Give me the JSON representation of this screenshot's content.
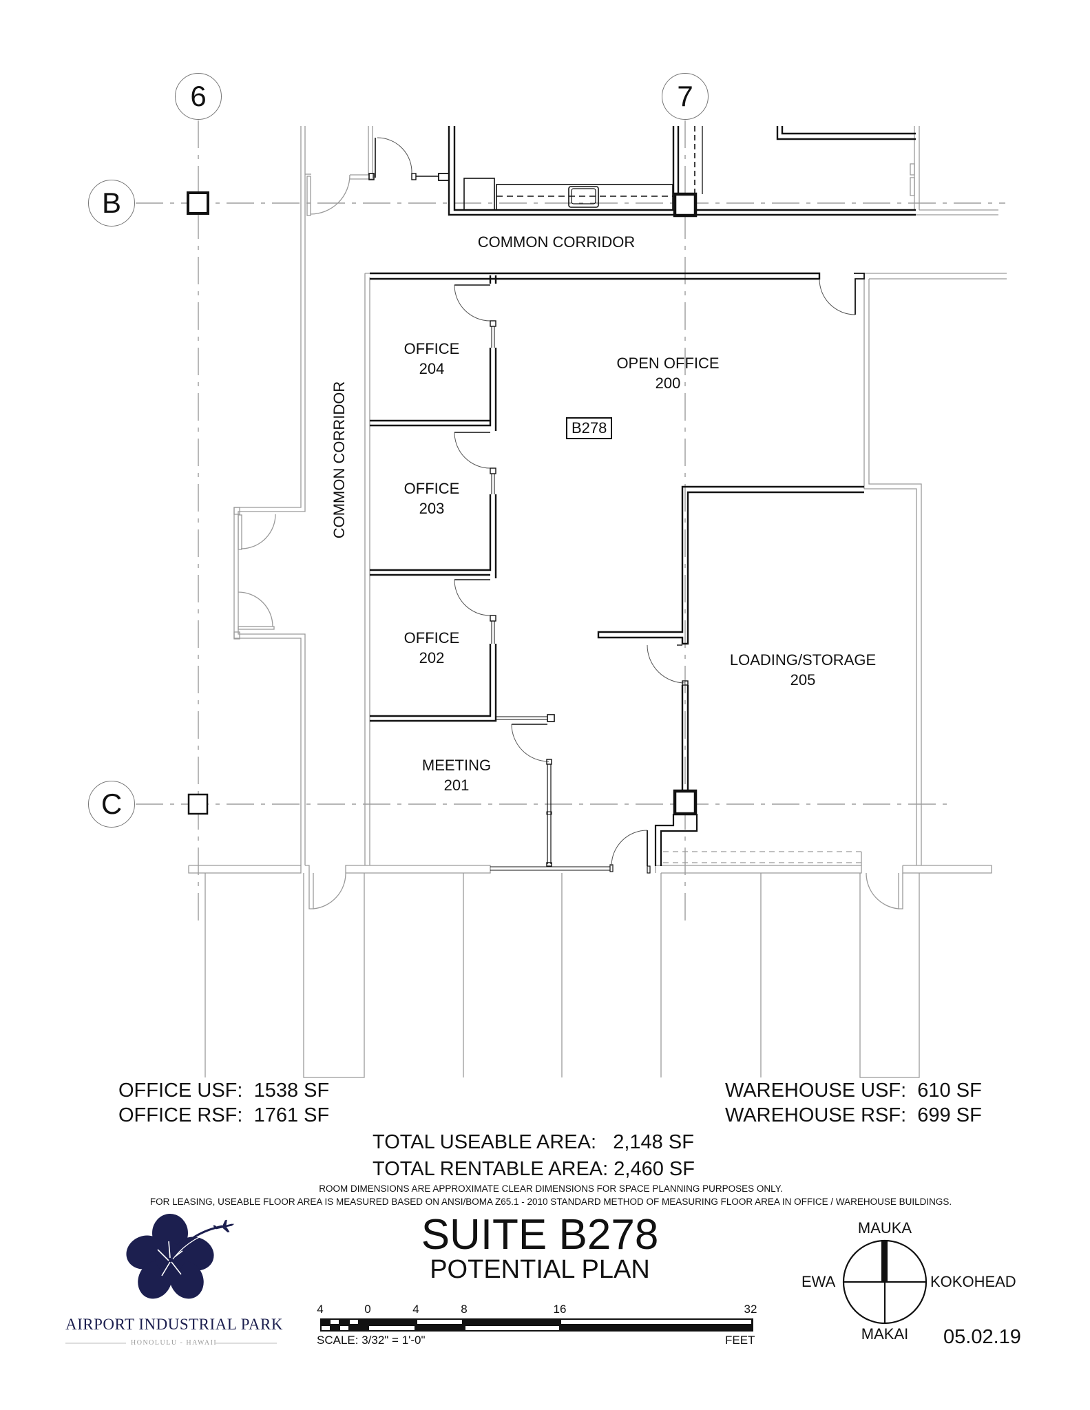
{
  "grid": {
    "columns": [
      {
        "label": "6"
      },
      {
        "label": "7"
      }
    ],
    "rows": [
      {
        "label": "B"
      },
      {
        "label": "C"
      }
    ]
  },
  "corridors": {
    "top": "COMMON CORRIDOR",
    "left": "COMMON CORRIDOR"
  },
  "rooms": [
    {
      "name": "OFFICE",
      "number": "204"
    },
    {
      "name": "OFFICE",
      "number": "203"
    },
    {
      "name": "OFFICE",
      "number": "202"
    },
    {
      "name": "MEETING",
      "number": "201"
    },
    {
      "name": "OPEN OFFICE",
      "number": "200"
    },
    {
      "name": "LOADING/STORAGE",
      "number": "205"
    }
  ],
  "suite_tag": "B278",
  "areas": {
    "office_usf": {
      "label": "OFFICE USF:",
      "value": "1538 SF"
    },
    "office_rsf": {
      "label": "OFFICE RSF:",
      "value": "1761 SF"
    },
    "warehouse_usf": {
      "label": "WAREHOUSE USF:",
      "value": "610 SF"
    },
    "warehouse_rsf": {
      "label": "WAREHOUSE RSF:",
      "value": "699 SF"
    },
    "total_useable": {
      "label": "TOTAL USEABLE AREA:",
      "value": "2,148 SF"
    },
    "total_rentable": {
      "label": "TOTAL RENTABLE AREA:",
      "value": "2,460 SF"
    }
  },
  "notes": [
    "ROOM DIMENSIONS ARE APPROXIMATE CLEAR DIMENSIONS FOR SPACE PLANNING PURPOSES ONLY.",
    "FOR LEASING, USEABLE FLOOR AREA IS MEASURED BASED ON ANSI/BOMA Z65.1 - 2010 STANDARD METHOD OF MEASURING FLOOR AREA IN OFFICE / WAREHOUSE BUILDINGS."
  ],
  "title": {
    "main": "SUITE B278",
    "sub": "POTENTIAL PLAN"
  },
  "logo": {
    "name": "AIRPORT INDUSTRIAL PARK",
    "location": "HONOLULU - HAWAII",
    "color": "#1c1f4f",
    "icon": "hibiscus-with-airplane"
  },
  "scale_bar": {
    "ticks": [
      "4",
      "0",
      "4",
      "8",
      "16",
      "32"
    ],
    "scale_text": "SCALE: 3/32\" = 1'-0\"",
    "units": "FEET"
  },
  "compass": {
    "north": "MAUKA",
    "south": "MAKAI",
    "west": "EWA",
    "east": "KOKOHEAD"
  },
  "date": "05.02.19"
}
